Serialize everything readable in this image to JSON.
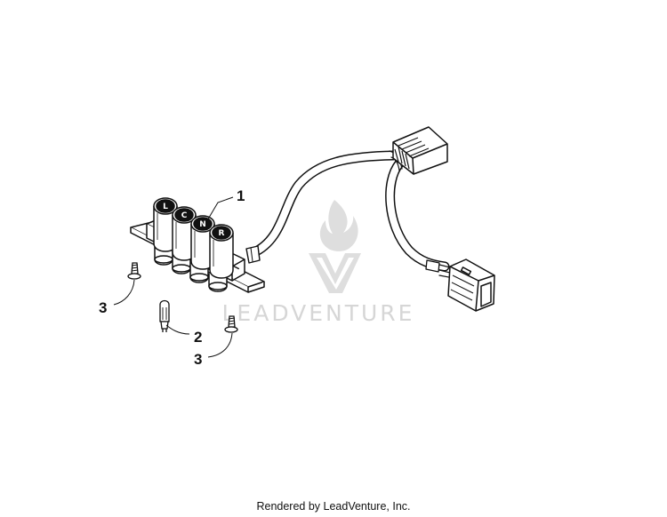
{
  "callouts": [
    {
      "number": "1",
      "part": "indicator-light-assembly"
    },
    {
      "number": "2",
      "part": "bulb"
    },
    {
      "number": "3",
      "part": "screw"
    },
    {
      "number": "3",
      "part": "screw"
    }
  ],
  "indicator_letters": [
    "L",
    "C",
    "N",
    "R"
  ],
  "watermark": {
    "text": "LEADVENTURE"
  },
  "footer": {
    "text": "Rendered by LeadVenture, Inc."
  },
  "colors": {
    "line": "#111111",
    "watermark": "#d6d6d6",
    "background": "#ffffff"
  }
}
